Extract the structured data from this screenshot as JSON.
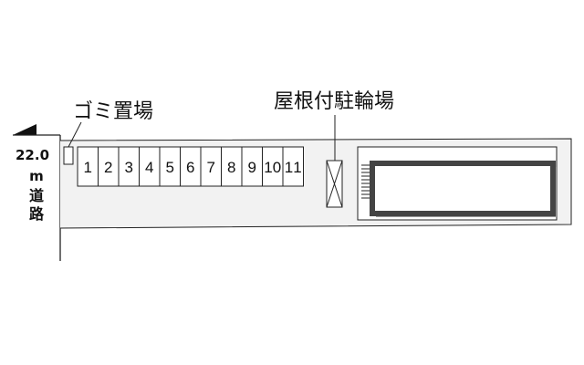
{
  "labels": {
    "garbage": "ゴミ置場",
    "bike_shelter": "屋根付駐輪場"
  },
  "road": {
    "width": "22.0",
    "unit": "m",
    "name_line1": "道",
    "name_line2": "路"
  },
  "parking_spaces": [
    "1",
    "2",
    "3",
    "4",
    "5",
    "6",
    "7",
    "8",
    "9",
    "10",
    "11"
  ],
  "colors": {
    "line": "#222222",
    "lot_fill": "#f2f2f2",
    "building_border": "#444444",
    "shadow": "#9a9a9a"
  },
  "icons": {
    "north_arrow": "triangle-flag-icon",
    "shelter_mark": "x-box-icon"
  }
}
